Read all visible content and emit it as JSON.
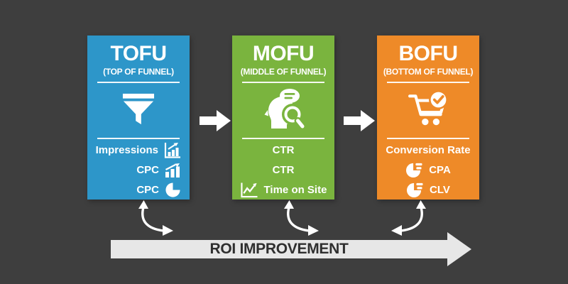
{
  "canvas": {
    "background": "#3E3E3E"
  },
  "cards": [
    {
      "title": "TOFU",
      "subtitle": "(TOP OF FUNNEL)",
      "color": "#2D96C9",
      "icon": "funnel-icon",
      "metrics": [
        {
          "label": "Impressions",
          "icon": "chart-growth-boxed-icon"
        },
        {
          "label": "CPC",
          "icon": "bar-chart-rising-icon"
        },
        {
          "label": "CPC",
          "icon": "pie-chart-icon"
        }
      ]
    },
    {
      "title": "MOFU",
      "subtitle": "(MIDDLE OF FUNNEL)",
      "color": "#7AB43E",
      "icon": "engagement-search-icon",
      "metrics": [
        {
          "label": "CTR",
          "icon": null
        },
        {
          "label": "CTR",
          "icon": null
        },
        {
          "label": "Time on Site",
          "icon": "line-graph-icon"
        }
      ]
    },
    {
      "title": "BOFU",
      "subtitle": "(BOTTOM OF FUNNEL)",
      "color": "#EE8A28",
      "icon": "cart-check-icon",
      "metrics": [
        {
          "label": "Conversion Rate",
          "icon": null
        },
        {
          "label": "CPA",
          "icon": "pie-chart-exploded-icon"
        },
        {
          "label": "CLV",
          "icon": "pie-chart-exploded-icon"
        }
      ]
    }
  ],
  "flow_arrows": {
    "color": "#FFFFFF",
    "count": 2
  },
  "connector_arrows": {
    "color": "#FFFFFF",
    "count": 3
  },
  "roi_arrow": {
    "label": "ROI IMPROVEMENT",
    "fill": "#E7E7E7",
    "text_color": "#2F2F2F"
  }
}
